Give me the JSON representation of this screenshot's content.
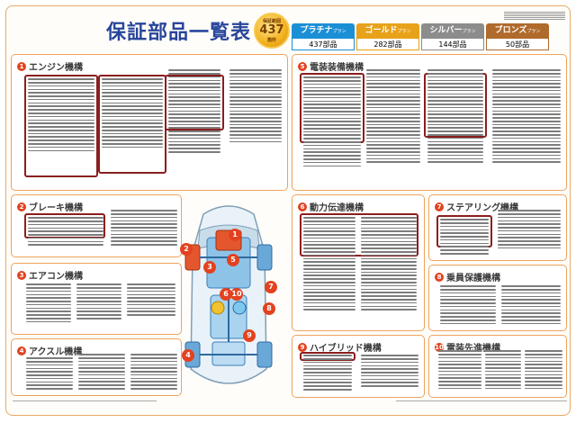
{
  "header": {
    "title": "保証部品一覧表",
    "badge": {
      "top": "保証範囲",
      "count": "437",
      "bottom": "箇所"
    }
  },
  "plans": [
    {
      "name": "プラチナ",
      "suffix": "プラン",
      "count": "437部品",
      "color": "#1b8fd6"
    },
    {
      "name": "ゴールド",
      "suffix": "プラン",
      "count": "282部品",
      "color": "#e8a21a"
    },
    {
      "name": "シルバー",
      "suffix": "プラン",
      "count": "144部品",
      "color": "#8c8c8c"
    },
    {
      "name": "ブロンズ",
      "suffix": "プラン",
      "count": "50部品",
      "color": "#b06a2c"
    }
  ],
  "sections": [
    {
      "num": "1",
      "title": "エンジン機構"
    },
    {
      "num": "2",
      "title": "ブレーキ機構"
    },
    {
      "num": "3",
      "title": "エアコン機構"
    },
    {
      "num": "4",
      "title": "アクスル機構"
    },
    {
      "num": "5",
      "title": "電装装備機構"
    },
    {
      "num": "6",
      "title": "動力伝達機構"
    },
    {
      "num": "7",
      "title": "ステアリング機構"
    },
    {
      "num": "8",
      "title": "乗員保護機構"
    },
    {
      "num": "9",
      "title": "ハイブリッド機構"
    },
    {
      "num": "10",
      "title": "電装先進機構"
    }
  ],
  "car_labels": [
    "1",
    "2",
    "3",
    "4",
    "5",
    "6",
    "7",
    "8",
    "9",
    "10"
  ],
  "colors": {
    "accent": "#e2421f",
    "title": "#27459b",
    "border": "#eea35d",
    "highlight": "#8b1e1e"
  }
}
